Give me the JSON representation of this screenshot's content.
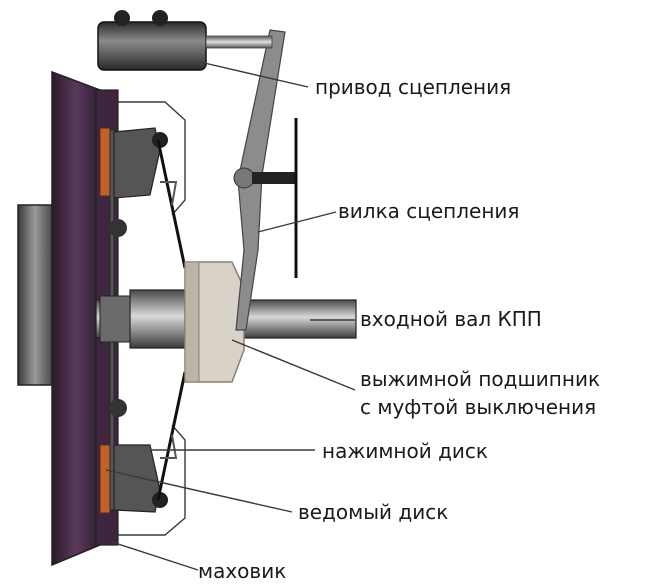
{
  "diagram": {
    "labels": [
      {
        "id": "clutch-drive",
        "text": "привод сцепления"
      },
      {
        "id": "clutch-fork",
        "text": "вилка сцепления"
      },
      {
        "id": "input-shaft",
        "text": "входной вал КПП"
      },
      {
        "id": "release-bearing-line1",
        "text": "выжимной подшипник"
      },
      {
        "id": "release-bearing-line2",
        "text": "с муфтой выключения"
      },
      {
        "id": "pressure-plate",
        "text": "нажимной диск"
      },
      {
        "id": "driven-disc",
        "text": "ведомый диск"
      },
      {
        "id": "flywheel",
        "text": "маховик"
      }
    ],
    "colors": {
      "flywheel": "#4a2a4a",
      "metal-dark": "#555555",
      "metal-mid": "#8c8c8c",
      "metal-light": "#c8c8c8",
      "bearing": "#d9d2c8",
      "friction-lining": "#c0622a",
      "outline": "#222222"
    }
  }
}
